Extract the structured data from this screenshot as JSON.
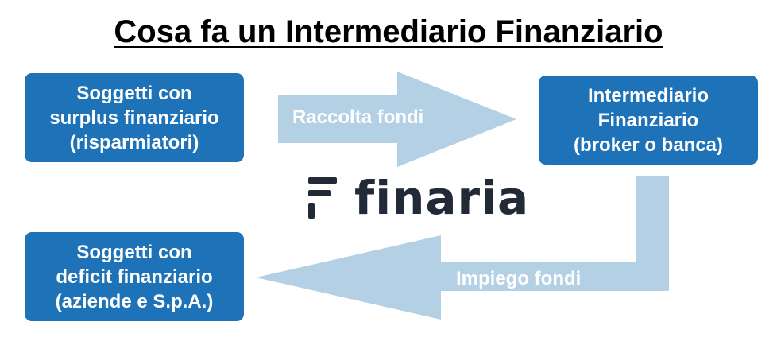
{
  "title": "Cosa fa un Intermediario Finanziario",
  "nodes": {
    "surplus": {
      "lines": [
        "Soggetti con",
        "surplus finanziario",
        "(risparmiatori)"
      ]
    },
    "intermediary": {
      "lines": [
        "Intermediario",
        "Finanziario",
        "(broker o banca)"
      ]
    },
    "deficit": {
      "lines": [
        "Soggetti con",
        "deficit finanziario",
        "(aziende e S.p.A.)"
      ]
    }
  },
  "edges": {
    "raccolta": {
      "label": "Raccolta fondi",
      "from": "surplus",
      "to": "intermediary"
    },
    "impiego": {
      "label": "Impiego fondi",
      "from": "intermediary",
      "to": "deficit"
    }
  },
  "logo": {
    "text": "finaria"
  },
  "colors": {
    "box": "#1e72b8",
    "arrow": "#b4d0e5",
    "logo": "#222a38"
  }
}
